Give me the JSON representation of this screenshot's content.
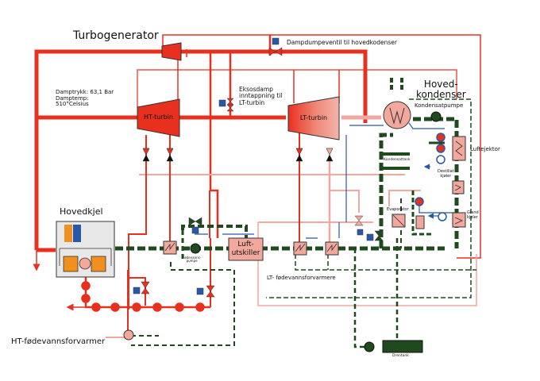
{
  "labels": {
    "turbogenerator": "Turbogenerator",
    "dampdumpeventil": "Dampdumpeventil til hovedkodenser",
    "damp_info": [
      "Damptrykk: 63,1 Bar",
      "Damptemp:",
      "510°Celsius"
    ],
    "eksosdamp": [
      "Eksosdamp",
      "inntappning til",
      "LT-turbin"
    ],
    "hovedkondenser": [
      "Hoved-",
      "kondenser"
    ],
    "kondensatpumpe": "Kondensatpumpe",
    "luftejektor": "Luftejektor",
    "kondensattank": "Kondensattank",
    "destillat_kjoler": [
      "Destillat",
      "kjøler"
    ],
    "evaporator": "Evaporator",
    "gland_kjoler": [
      "Gland",
      "kjøler"
    ],
    "hovedkjel": "Hovedkjel",
    "fodevannspumpe": [
      "Fødevanns-",
      "pumpe"
    ],
    "luftutskiller": [
      "Luft-",
      "utskiller"
    ],
    "lt_fodevannsforvarmere": "LT- fødevannsforvarmere",
    "ht_fodevannsforvarmer": "HT-fødevannsforvarmer",
    "drentank": "Drentank",
    "ht_turbin": "HT-turbin",
    "lt_turbin": "LT-turbin"
  },
  "colors": {
    "steam_hp": "#e8301e",
    "steam_lp": "#f0a8a0",
    "condensate": "#1e4a1e",
    "cooling_water": "#2a58a8",
    "component_fill": "#f2a89c",
    "boiler_fill": "#e8e8e8",
    "boiler_element": "#f0901e"
  }
}
